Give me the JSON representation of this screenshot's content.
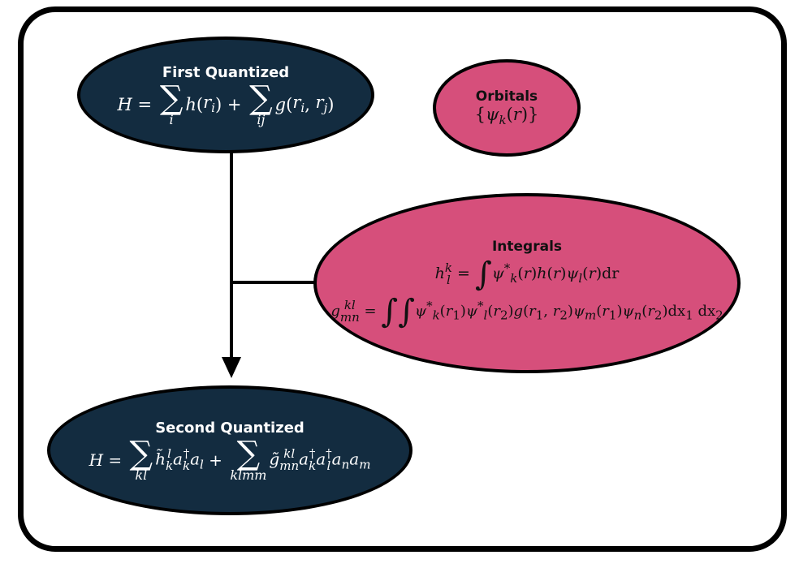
{
  "colors": {
    "dark_node": "#132c40",
    "pink_node": "#d64f7b",
    "border": "#000000"
  },
  "nodes": {
    "first_quantized": {
      "title": "First Quantized"
    },
    "orbitals": {
      "title": "Orbitals"
    },
    "integrals": {
      "title": "Integrals"
    },
    "second_quantized": {
      "title": "Second Quantized"
    }
  }
}
